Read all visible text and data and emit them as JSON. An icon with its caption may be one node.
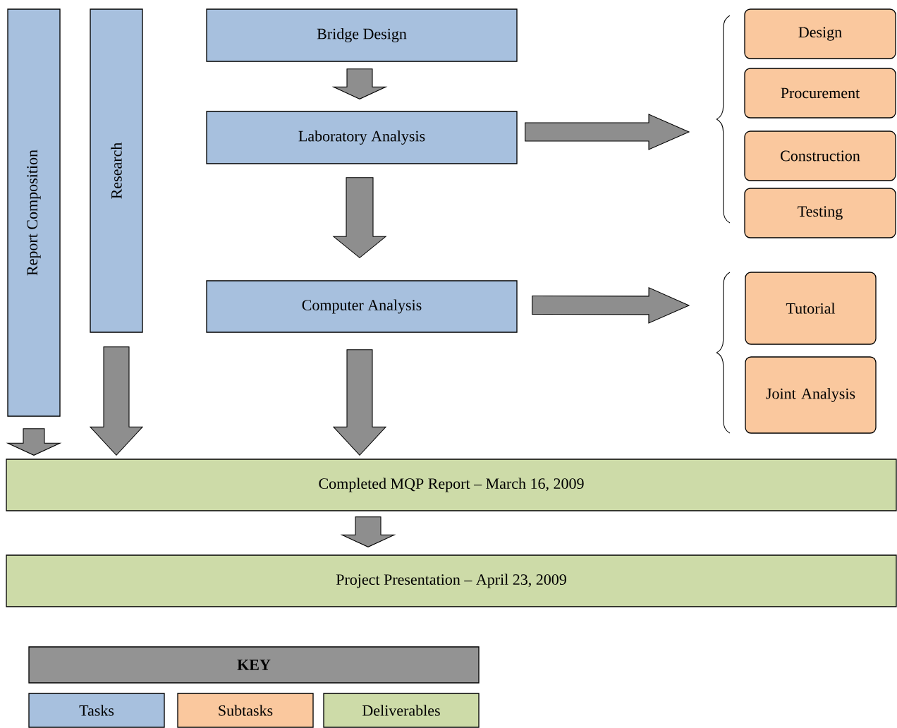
{
  "diagram": {
    "nodes": [
      {
        "text": [
          "Report Composition"
        ]
      },
      {
        "text": [
          "Research"
        ]
      },
      {
        "text": [
          "Bridge Design"
        ]
      },
      {
        "text": [
          "Laboratory Analysis"
        ]
      },
      {
        "text": [
          "Computer Analysis"
        ]
      },
      {
        "text": [
          "Design"
        ]
      },
      {
        "text": [
          "Procurement"
        ]
      },
      {
        "text": [
          "Construction"
        ]
      },
      {
        "text": [
          "Testing"
        ]
      },
      {
        "text": [
          "Tutorial"
        ]
      },
      {
        "text": [
          "Joint Analysis"
        ]
      },
      {
        "text": [
          "Completed MQP Report – March 16, 2009"
        ]
      },
      {
        "text": [
          "Project Presentation – April 23, 2009"
        ]
      },
      {
        "text": [
          "KEY"
        ]
      }
    ],
    "edges": [
      {
        "from": 2,
        "to": 3,
        "arrow": "to"
      },
      {
        "from": 3,
        "to": null,
        "arrow": "to"
      },
      {
        "from": 3,
        "to": 4,
        "arrow": "to"
      },
      {
        "from": 4,
        "to": null,
        "arrow": "to"
      },
      {
        "from": 0,
        "to": 11,
        "arrow": "to"
      },
      {
        "from": 1,
        "to": 11,
        "arrow": "to"
      },
      {
        "from": 4,
        "to": 11,
        "arrow": "to"
      },
      {
        "from": 11,
        "to": 12,
        "arrow": "to"
      }
    ],
    "legend": [
      {
        "text": "Tasks",
        "color": "#a7c0de"
      },
      {
        "text": "Subtasks",
        "color": "#fac89e"
      },
      {
        "text": "Deliverables",
        "color": "#cddba8"
      }
    ]
  }
}
